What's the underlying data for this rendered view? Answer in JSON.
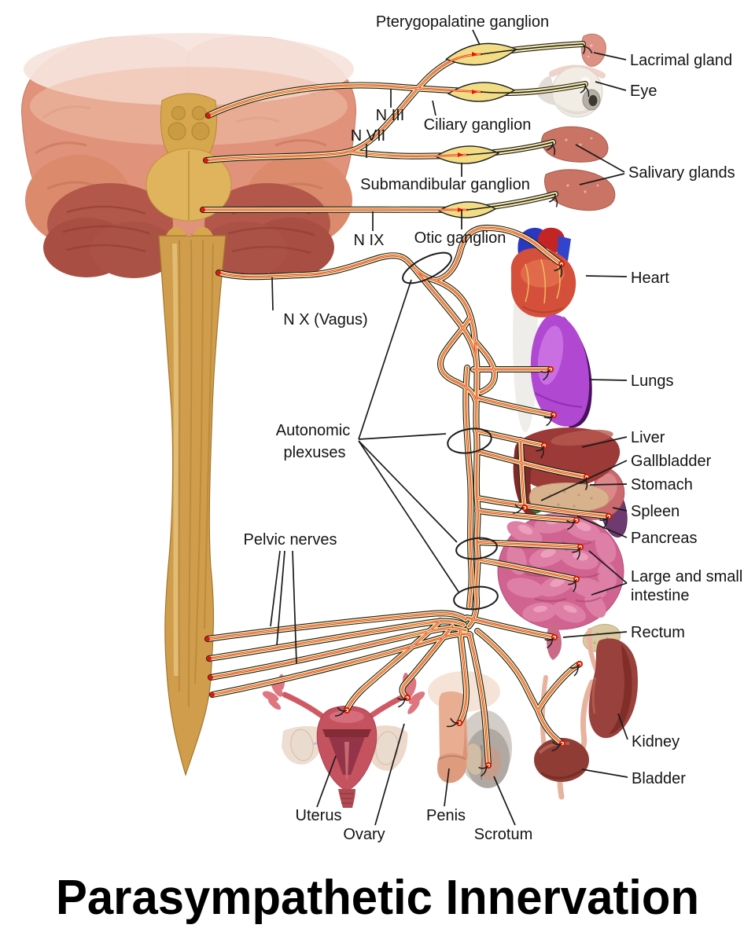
{
  "title": "Parasympathetic Innervation",
  "labels": {
    "pterygopalatine": "Pterygopalatine ganglion",
    "n3": "N III",
    "ciliary": "Ciliary ganglion",
    "n7": "N VII",
    "submandibular": "Submandibular ganglion",
    "n9": "N IX",
    "otic": "Otic ganglion",
    "lacrimal": "Lacrimal gland",
    "eye": "Eye",
    "salivary": "Salivary glands",
    "heart": "Heart",
    "vagus": "N X (Vagus)",
    "lungs": "Lungs",
    "autonomic_line1": "Autonomic",
    "autonomic_line2": "plexuses",
    "liver": "Liver",
    "gallbladder": "Gallbladder",
    "stomach": "Stomach",
    "spleen": "Spleen",
    "pancreas": "Pancreas",
    "pelvic": "Pelvic nerves",
    "intestine_line1": "Large and small",
    "intestine_line2": "intestine",
    "rectum": "Rectum",
    "kidney": "Kidney",
    "bladder": "Bladder",
    "uterus": "Uterus",
    "ovary": "Ovary",
    "penis": "Penis",
    "scrotum": "Scrotum"
  },
  "colors": {
    "background": "#ffffff",
    "label_text": "#141414",
    "title_text": "#000000",
    "nerve_sheath": "#f3e7a6",
    "nerve_outline": "#1c1c1c",
    "preganglionic_fiber": "#e81506",
    "ganglion_fill": "#f2dd85",
    "cerebrum": "#e0937a",
    "cerebellum": "#b2574a",
    "brainstem_cord": "#cf9d4c",
    "heart": "#d4503a",
    "lungs": "#b148d2",
    "liver": "#9c3a38",
    "gallbladder": "#3e7a38",
    "stomach": "#cb6a6e",
    "spleen": "#6e3a70",
    "pancreas": "#d8b28c",
    "intestine": "#d06390",
    "kidney": "#99413c",
    "bladder": "#8e3c34",
    "uterus": "#c5535f",
    "ovary": "#e9dbce",
    "skin": "#e9ad92",
    "scrotum": "#b0a8a2",
    "eye_sclera": "#f1ede5"
  }
}
